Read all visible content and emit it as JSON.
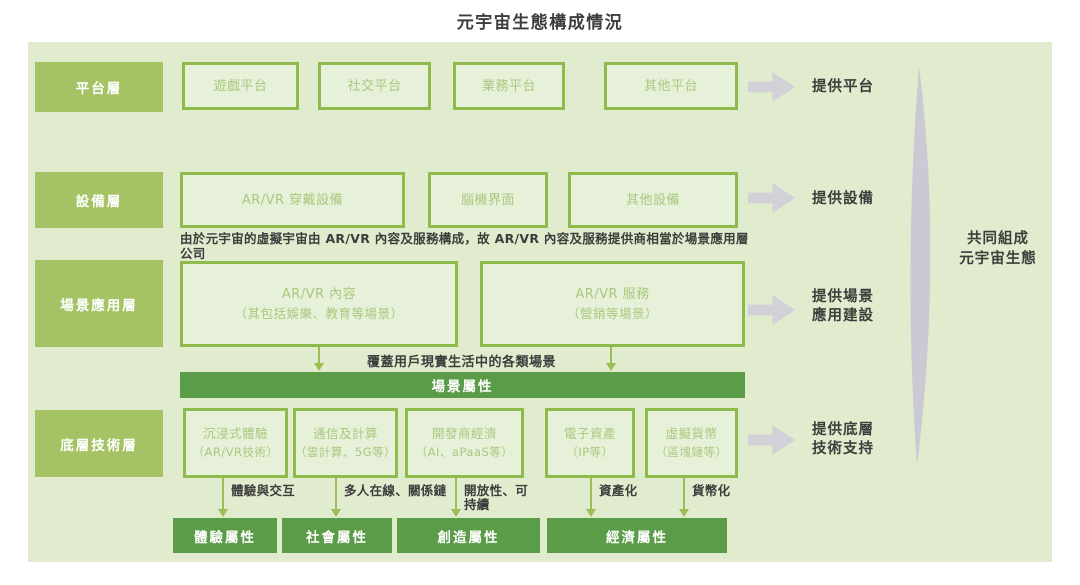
{
  "title": "元宇宙生態構成情況",
  "layers": {
    "platform": {
      "label": "平台層",
      "boxes": [
        "遊戲平台",
        "社交平台",
        "業務平台",
        "其他平台"
      ],
      "result": "提供平台"
    },
    "device": {
      "label": "設備層",
      "boxes": [
        "AR/VR 穿戴設備",
        "腦機界面",
        "其他設備"
      ],
      "result": "提供設備"
    },
    "note": {
      "line1": "由於元宇宙的虛擬宇宙由 AR/VR 內容及服務構成，故 AR/VR 內容及服務提供商相當於場景應用層",
      "line2": "公司"
    },
    "scene": {
      "label": "場景應用層",
      "boxes": [
        {
          "title": "AR/VR 內容",
          "subtitle": "（其包括娛樂、教育等場景）"
        },
        {
          "title": "AR/VR 服務",
          "subtitle": "（營銷等場景）"
        }
      ],
      "result_line1": "提供場景",
      "result_line2": "應用建設",
      "coverage_note": "覆蓋用戶現實生活中的各類場景",
      "attribute_bar": "場景屬性"
    },
    "tech": {
      "label": "底層技術層",
      "boxes": [
        {
          "title": "沉浸式體驗",
          "subtitle": "（AR/VR技術）"
        },
        {
          "title": "通信及計算",
          "subtitle": "（雲計算、5G等）"
        },
        {
          "title": "開發商經濟",
          "subtitle": "（AI、aPaaS等）"
        },
        {
          "title": "電子資產",
          "subtitle": "（IP等）"
        },
        {
          "title": "虛擬貨幣",
          "subtitle": "（區塊鏈等）"
        }
      ],
      "result_line1": "提供底層",
      "result_line2": "技術支持",
      "connectors": [
        "體驗與交互",
        "多人在線、關係鏈",
        "開放性、可持續",
        "資產化",
        "貨幣化"
      ],
      "attribute_bars": [
        "體驗屬性",
        "社會屬性",
        "創造屬性",
        "經濟屬性"
      ]
    }
  },
  "right_summary": {
    "line1": "共同組成",
    "line2": "元宇宙生態"
  },
  "colors": {
    "panel_bg": "#e0eccd",
    "label_box_green": "#a5c365",
    "box_border_green": "#8fba4c",
    "box_fill": "#e7f1d9",
    "box_text_green": "#a9c87e",
    "dark_bar_green": "#5b9c48",
    "arrow_gray": "#d2d1d8",
    "connector_olive": "#9cbd52",
    "text_dark": "#3d3d3d"
  }
}
